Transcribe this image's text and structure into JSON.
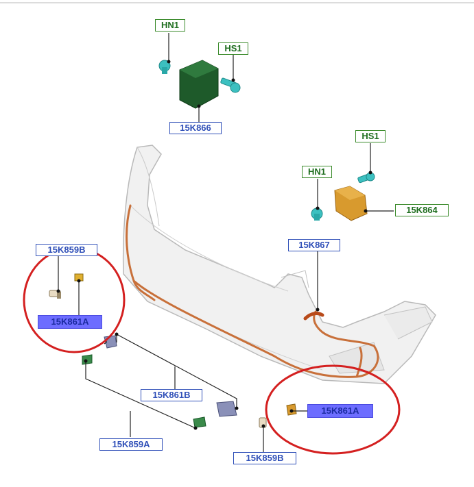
{
  "callouts": {
    "hn1_top": "HN1",
    "hs1_top": "HS1",
    "module_top": "15K866",
    "hs1_right": "HS1",
    "hn1_right": "HN1",
    "module_right": "15K864",
    "harness": "15K867",
    "sensor_859b_left": "15K859B",
    "sensor_861a_left": "15K861A",
    "sensor_861b": "15K861B",
    "sensor_859a": "15K859A",
    "sensor_861a_right": "15K861A",
    "sensor_859b_right": "15K859B"
  },
  "colors": {
    "label_blue": "#2f4fb8",
    "label_green": "#3a8a2a",
    "highlight_fill": "#6d6dff",
    "circle_red": "#d42020",
    "module_green": "#1e5a2a",
    "module_orange": "#d89a2e",
    "clip_teal": "#3cc0c0",
    "harness_orange": "#c8703a"
  }
}
